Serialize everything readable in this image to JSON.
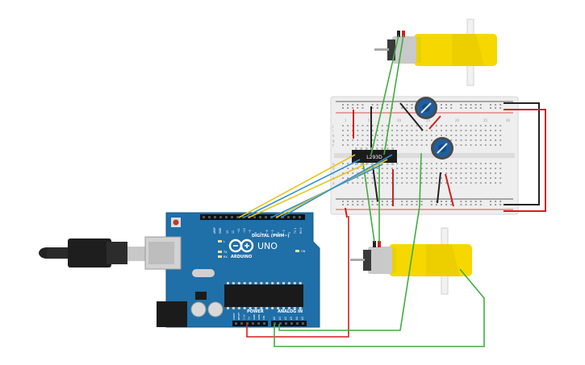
{
  "canvas": {
    "background": "#ffffff"
  },
  "arduino": {
    "brand": "ARDUINO",
    "model": "UNO",
    "digital_header_label": "DIGITAL (PWM~)",
    "power_label": "POWER",
    "analog_label": "ANALOG IN",
    "tx_label": "TX",
    "rx_label": "RX",
    "l_label": "L",
    "on_label": "ON",
    "aref_label": "AREF",
    "gnd_label": "GND",
    "digital_pins": [
      "13",
      "12",
      "~11",
      "~10",
      "~9",
      "8",
      "7",
      "~6",
      "~5",
      "4",
      "~3",
      "2",
      "TX 1",
      "RX 0"
    ],
    "power_pins": [
      "IOREF",
      "RESET",
      "3.3V",
      "5V",
      "GND",
      "GND",
      "VIN"
    ],
    "analog_pins": [
      "A0",
      "A1",
      "A2",
      "A3",
      "A4",
      "A5"
    ],
    "board_color": "#1f6fa8"
  },
  "driver_chip": {
    "label": "L293D"
  },
  "breadboard": {
    "column_numbers": [
      "1",
      "5",
      "10",
      "15",
      "20",
      "25",
      "30"
    ],
    "row_letters_top": [
      "a",
      "b",
      "c",
      "d",
      "e"
    ],
    "row_letters_bottom": [
      "f",
      "g",
      "h",
      "i",
      "j"
    ]
  },
  "colors": {
    "wire_red": "#d11f1f",
    "wire_black": "#222222",
    "wire_green": "#3fae3f",
    "wire_yellow": "#e6c619",
    "wire_blue": "#2f8fd6",
    "motor_yellow": "#f6d800",
    "pot_blue": "#1f5fa0"
  }
}
